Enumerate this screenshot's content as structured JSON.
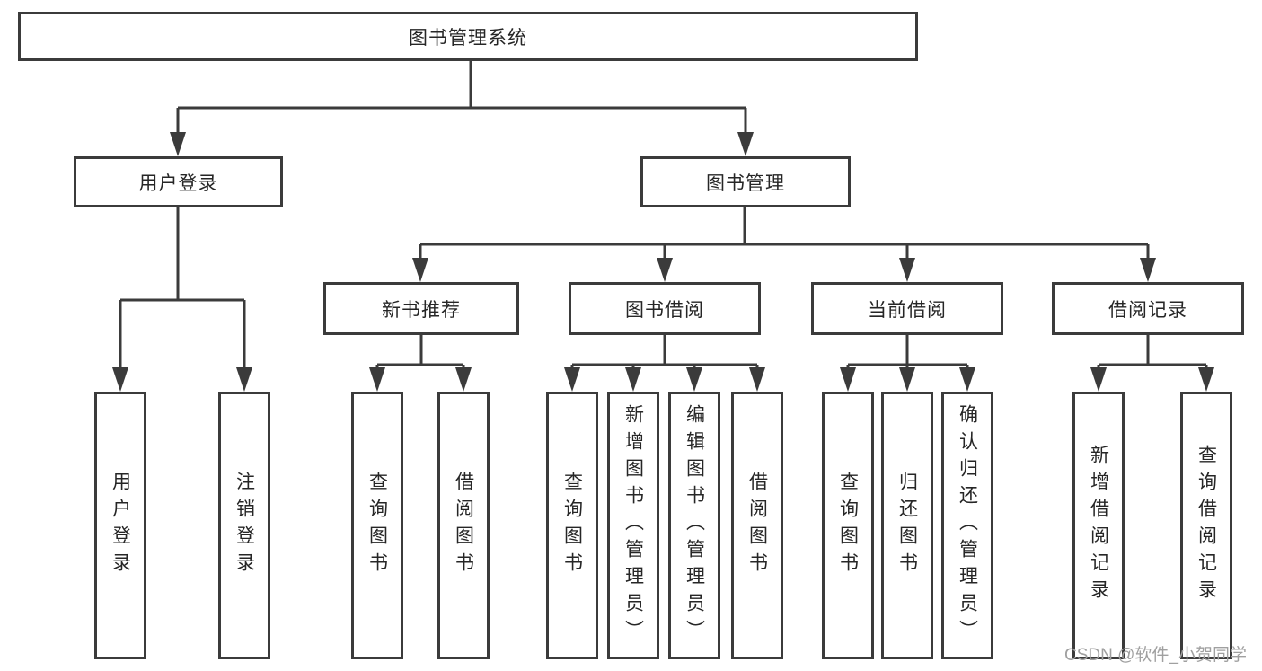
{
  "colors": {
    "line": "#3b3b3b",
    "box_fill": "#ffffff",
    "text": "#262626",
    "watermark": "#a0a0a0"
  },
  "watermark": {
    "text": "CSDN @软件_小贺同学"
  },
  "tree": {
    "root": {
      "label": "图书管理系统"
    },
    "login": {
      "label": "用户登录",
      "children": [
        {
          "label": "用户登录"
        },
        {
          "label": "注销登录"
        }
      ]
    },
    "manage": {
      "label": "图书管理",
      "groups": [
        {
          "label": "新书推荐",
          "children": [
            {
              "label": "查询图书"
            },
            {
              "label": "借阅图书"
            }
          ]
        },
        {
          "label": "图书借阅",
          "children": [
            {
              "label": "查询图书"
            },
            {
              "label": "新增图书（管理员）"
            },
            {
              "label": "编辑图书（管理员）"
            },
            {
              "label": "借阅图书"
            }
          ]
        },
        {
          "label": "当前借阅",
          "children": [
            {
              "label": "查询图书"
            },
            {
              "label": "归还图书"
            },
            {
              "label": "确认归还（管理员）"
            }
          ]
        },
        {
          "label": "借阅记录",
          "children": [
            {
              "label": "新增借阅记录"
            },
            {
              "label": "查询借阅记录"
            }
          ]
        }
      ]
    }
  }
}
